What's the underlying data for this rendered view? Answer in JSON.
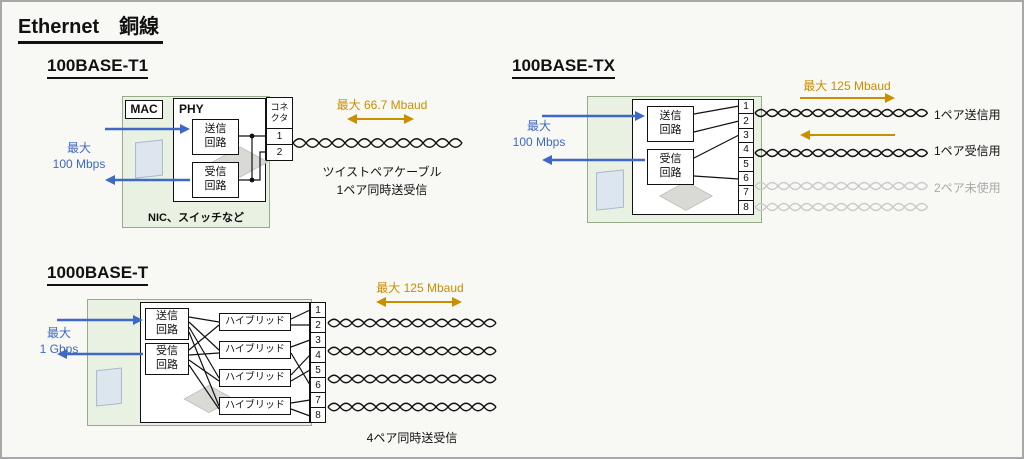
{
  "page": {
    "title": "Ethernet　銅線"
  },
  "colors": {
    "blue": "#3f68c5",
    "orange": "#c98f00",
    "green_fill": "#e9f2e2",
    "unused_gray": "#cbcbcb",
    "wire_black": "#111111"
  },
  "t1": {
    "heading": "100BASE-T1",
    "mac_label": "MAC",
    "phy_label": "PHY",
    "tx_l1": "送信",
    "tx_l2": "回路",
    "rx_l1": "受信",
    "rx_l2": "回路",
    "connector_l1": "コネ",
    "connector_l2": "クタ",
    "pins": [
      "1",
      "2"
    ],
    "device_label": "NIC、スイッチなど",
    "rate_l1": "最大",
    "rate_l2": "100 Mbps",
    "baud_label": "最大 66.7 Mbaud",
    "cable_label": "ツイストペアケーブル",
    "duplex_label": "1ペア同時送受信"
  },
  "tx100": {
    "heading": "100BASE-TX",
    "tx_l1": "送信",
    "tx_l2": "回路",
    "rx_l1": "受信",
    "rx_l2": "回路",
    "pins": [
      "1",
      "2",
      "3",
      "4",
      "5",
      "6",
      "7",
      "8"
    ],
    "rate_l1": "最大",
    "rate_l2": "100 Mbps",
    "baud_label": "最大 125 Mbaud",
    "pair_tx_label": "1ペア送信用",
    "pair_rx_label": "1ペア受信用",
    "pair_unused_label": "2ペア未使用"
  },
  "t1000": {
    "heading": "1000BASE-T",
    "tx_l1": "送信",
    "tx_l2": "回路",
    "rx_l1": "受信",
    "rx_l2": "回路",
    "hybrids": [
      "ハイブリッド",
      "ハイブリッド",
      "ハイブリッド",
      "ハイブリッド"
    ],
    "pins": [
      "1",
      "2",
      "3",
      "4",
      "5",
      "6",
      "7",
      "8"
    ],
    "rate_l1": "最大",
    "rate_l2": "1 Gbps",
    "baud_label": "最大 125 Mbaud",
    "duplex_label": "4ペア同時送受信"
  }
}
